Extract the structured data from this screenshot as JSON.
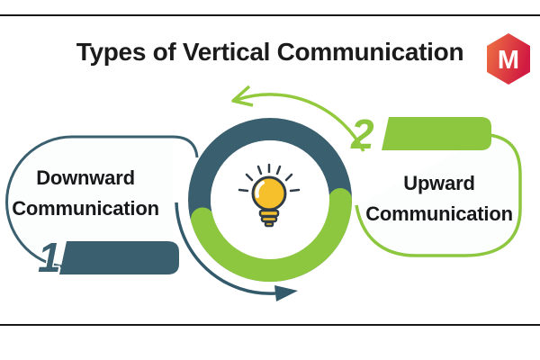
{
  "title": "Types of Vertical Communication",
  "logo": {
    "letter": "M"
  },
  "diagram": {
    "center_icon": "lightbulb",
    "items": [
      {
        "number": "1",
        "label": "Downward Communication",
        "color": "#3a5f6e"
      },
      {
        "number": "2",
        "label": "Upward Communication",
        "color": "#8dc63f"
      }
    ],
    "colors": {
      "teal": "#3a5f6e",
      "green": "#8dc63f",
      "bulb_yellow": "#f6c02c",
      "bulb_outline": "#303d49",
      "logo_gradient_start": "#ef7442",
      "logo_gradient_end": "#d11a41",
      "text": "#1b1b1b"
    }
  }
}
